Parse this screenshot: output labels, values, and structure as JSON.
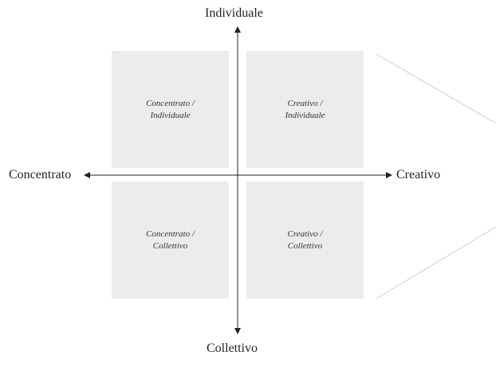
{
  "axes": {
    "top": "Individuale",
    "bottom": "Collettivo",
    "left": "Concentrato",
    "right": "Creativo"
  },
  "quadrants": {
    "top_left": {
      "line1": "Concentrato /",
      "line2": "Individuale"
    },
    "top_right": {
      "line1": "Creativo /",
      "line2": "Individuale"
    },
    "bottom_left": {
      "line1": "Concentrato /",
      "line2": "Collettivo"
    },
    "bottom_right": {
      "line1": "Creativo /",
      "line2": "Collettivo"
    }
  },
  "colors": {
    "quadrant_fill": "#ececec",
    "axis": "#222222",
    "guide_line": "#cfcfcf"
  }
}
